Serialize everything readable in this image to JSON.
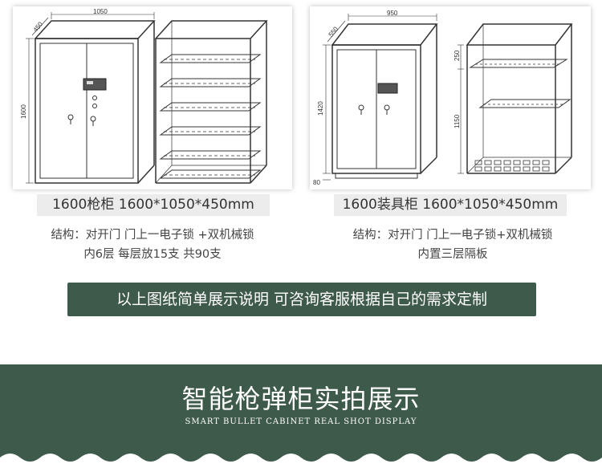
{
  "left_product": {
    "dimensions": {
      "width": "1050",
      "depth": "450",
      "height": "1600"
    },
    "caption": "1600枪柜 1600*1050*450mm",
    "desc_line1": "结构：对开门 门上一电子锁 +双机械锁",
    "desc_line2": "内6层 每层放15支 共90支"
  },
  "right_product": {
    "dimensions": {
      "width": "950",
      "depth": "550",
      "top": "250",
      "middle": "1150",
      "body_height": "1420",
      "base": "80"
    },
    "caption": "1600装具柜 1600*1050*450mm",
    "desc_line1": "结构：对开门 门上一电子锁+双机械锁",
    "desc_line2": "内置三层隔板"
  },
  "notice": "以上图纸简单展示说明 可咨询客服根据自己的需求定制",
  "banner": {
    "title": "智能枪弹柜实拍展示",
    "subtitle": "SMART BULLET CABINET REAL SHOT DISPLAY"
  },
  "colors": {
    "accent": "#3e5a4a",
    "caption_bg": "#ececec",
    "line": "#333333"
  }
}
